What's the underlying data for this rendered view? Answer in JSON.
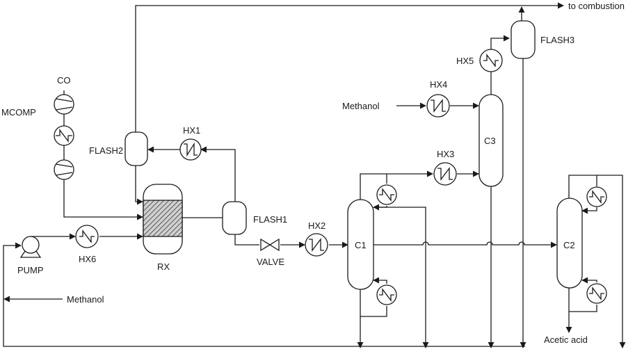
{
  "equipment": {
    "co": "CO",
    "mcomp": "MCOMP",
    "flash2": "FLASH2",
    "hx1": "HX1",
    "flash1": "FLASH1",
    "rx": "RX",
    "pump": "PUMP",
    "hx6": "HX6",
    "valve": "VALVE",
    "hx2": "HX2",
    "c1": "C1",
    "hx3": "HX3",
    "hx4": "HX4",
    "c3": "C3",
    "hx5": "HX5",
    "flash3": "FLASH3",
    "c2": "C2"
  },
  "streams": {
    "to_combustion": "to combustion",
    "methanol_feed_c3": "Methanol",
    "methanol_feed_pump": "Methanol",
    "acetic_acid": "Acetic acid"
  },
  "colors": {
    "line": "#1a1a1a",
    "reactor_hatch": "#555555",
    "background": "#ffffff"
  }
}
